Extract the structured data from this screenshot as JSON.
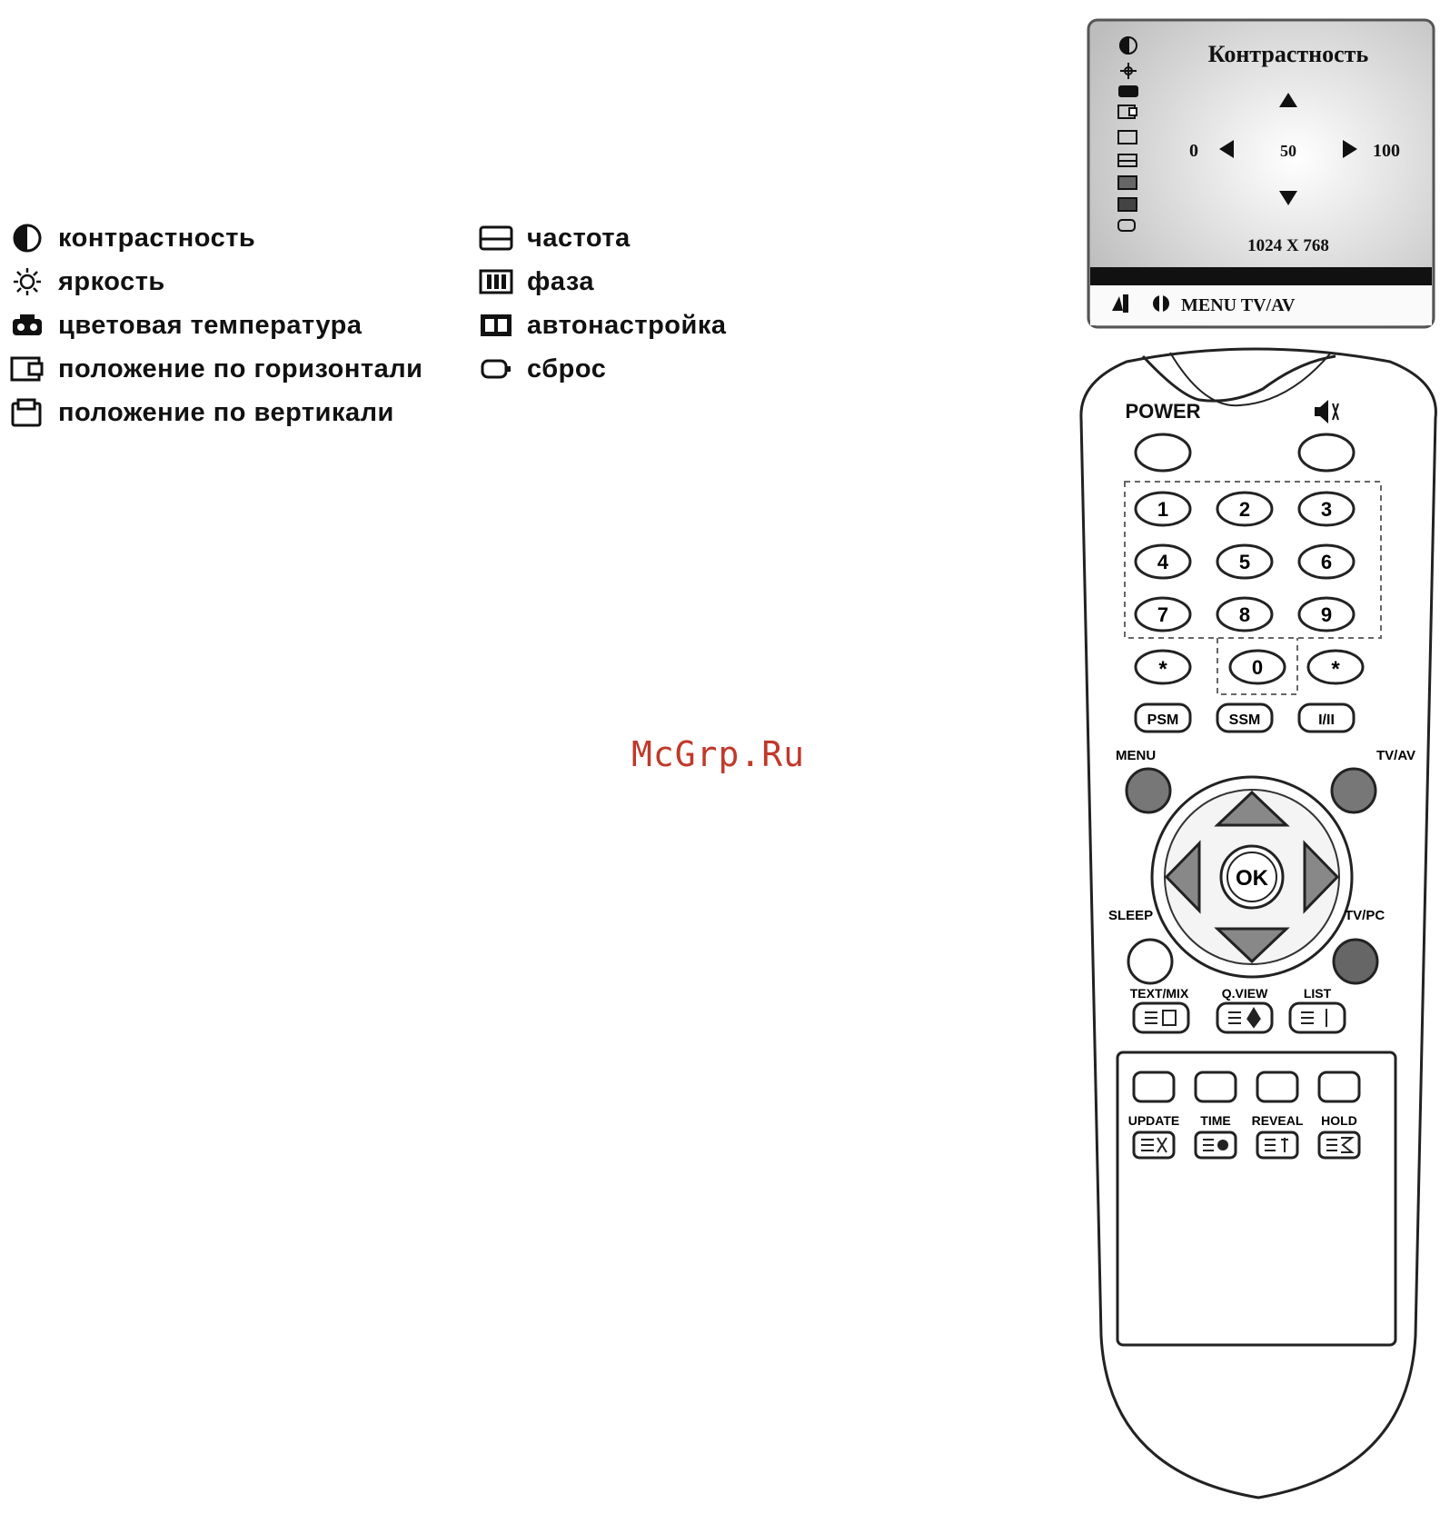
{
  "legend": {
    "left": [
      {
        "icon": "contrast-icon",
        "label": "контрастность"
      },
      {
        "icon": "brightness-icon",
        "label": "яркость"
      },
      {
        "icon": "color-temperature-icon",
        "label": "цветовая температура"
      },
      {
        "icon": "horizontal-position-icon",
        "label": "положение по горизонтали"
      },
      {
        "icon": "vertical-position-icon",
        "label": "положение по вертикали"
      }
    ],
    "right": [
      {
        "icon": "frequency-icon",
        "label": "частота"
      },
      {
        "icon": "phase-icon",
        "label": "фаза"
      },
      {
        "icon": "auto-adjust-icon",
        "label": "автонастройка"
      },
      {
        "icon": "reset-icon",
        "label": "сброс"
      }
    ]
  },
  "watermark": "McGrp.Ru",
  "osd": {
    "title": "Контрастность",
    "min": "0",
    "max": "100",
    "value": "50",
    "resolution": "1024 X 768",
    "footer": "MENU TV/AV"
  },
  "remote": {
    "power": "POWER",
    "digits": [
      "1",
      "2",
      "3",
      "4",
      "5",
      "6",
      "7",
      "8",
      "9"
    ],
    "star_left": "*",
    "zero": "0",
    "star_right": "*",
    "psm": "PSM",
    "ssm": "SSM",
    "i_ii": "I/II",
    "menu": "MENU",
    "tv_av": "TV/AV",
    "ok": "OK",
    "sleep": "SLEEP",
    "tv_pc": "TV/PC",
    "text_mix": "TEXT/MIX",
    "q_view": "Q.VIEW",
    "list": "LIST",
    "update": "UPDATE",
    "time": "TIME",
    "reveal": "REVEAL",
    "hold": "HOLD"
  }
}
